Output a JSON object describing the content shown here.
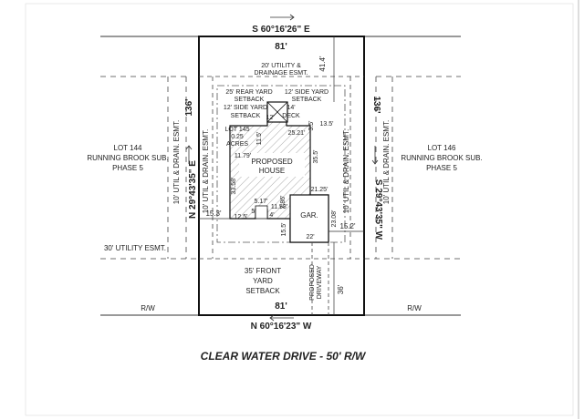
{
  "plat": {
    "bearing_top": "S 60°16'26\" E",
    "bearing_bottom": "N 60°16'23\" W",
    "bearing_left": "N 29°43'35\" E",
    "bearing_right": "S 29°43'35\" W",
    "dim_top": "81'",
    "dim_bottom": "81'",
    "dim_left_side": "136'",
    "dim_right_side": "136'",
    "dim_41": "41.4'",
    "dim_36": "36'",
    "dim_153": "15.3'",
    "dim_152": "15.2'",
    "rear_utility_esmt": [
      "20' UTILITY &",
      "DRAINAGE ESMT."
    ],
    "rear_yard_setback": [
      "25' REAR YARD",
      "SETBACK"
    ],
    "side_yard_setback_right": [
      "12' SIDE YARD",
      "SETBACK"
    ],
    "side_yard_setback_left": [
      "12' SIDE YARD",
      "SETBACK"
    ],
    "deck_size": "14'",
    "deck_label": "DECK",
    "deck_small_dim": "12'",
    "lot_label": [
      "LOT 145",
      "0.25",
      "ACRES"
    ],
    "house_label": [
      "PROPOSED",
      "HOUSE"
    ],
    "garage_label": "GAR.",
    "dim_25_21": "25.21'",
    "dim_13_5": "13.5'",
    "dim_3_5": "3.5'",
    "dim_11_5": "11.5'",
    "dim_11_79": "11.79'",
    "dim_35_5": "35.5'",
    "dim_33_58": "33.58'",
    "dim_21_25": "21.25'",
    "dim_7_86": "7.86'",
    "dim_5_17": "5.17'",
    "dim_11_58": "11.58'",
    "dim_12_5": "12.5'",
    "dim_5": "5'",
    "dim_4": "4'",
    "dim_15_5": "15.5'",
    "dim_23_08": "23.08'",
    "dim_22": "22'",
    "util_drain_left_in": "10' UTIL & DRAIN. ESMT.",
    "util_drain_right_in": "10' UTIL & DRAIN. ESMT.",
    "util_drain_left_out": "10' UTIL & DRAIN. ESMT.",
    "util_drain_right_out": "10' UTIL & DRAIN. ESMT.",
    "util_30": "30' UTILITY ESMT.",
    "front_setback": [
      "35' FRONT",
      "YARD",
      "SETBACK"
    ],
    "driveway": [
      "PROPOSED",
      "DRIVEWAY"
    ],
    "lot_left": [
      "LOT 144",
      "RUNNING BROOK SUB.",
      "PHASE 5"
    ],
    "lot_right": [
      "LOT 146",
      "RUNNING BROOK SUB.",
      "PHASE 5"
    ],
    "rw_left": "R/W",
    "rw_right": "R/W",
    "street": "CLEAR WATER DRIVE - 50' R/W"
  }
}
